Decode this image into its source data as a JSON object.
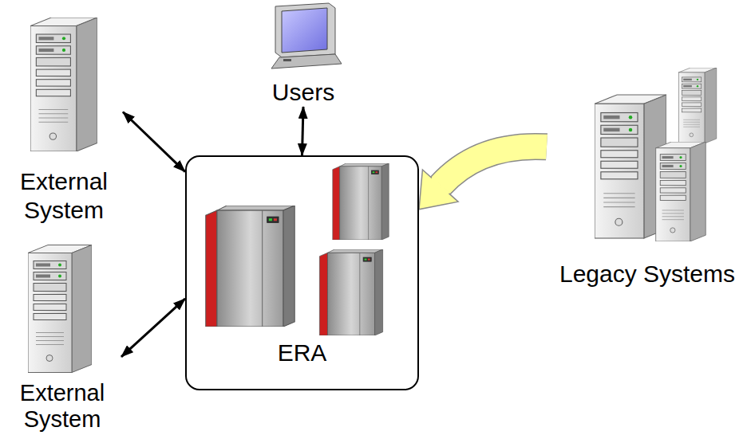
{
  "diagram": {
    "nodes": [
      {
        "text": [
          "Users"
        ]
      },
      {
        "text": [
          "External System"
        ]
      },
      {
        "text": [
          "ERA"
        ]
      },
      {
        "text": [
          "Legacy Systems"
        ]
      },
      {
        "text": [
          "External System"
        ]
      }
    ],
    "edges": [
      {
        "from": 0,
        "to": 2,
        "arrow": "both"
      },
      {
        "from": 1,
        "to": 2,
        "arrow": "both"
      },
      {
        "from": 4,
        "to": 2,
        "arrow": "both"
      },
      {
        "from": 3,
        "to": 2,
        "arrow": "to"
      }
    ]
  }
}
